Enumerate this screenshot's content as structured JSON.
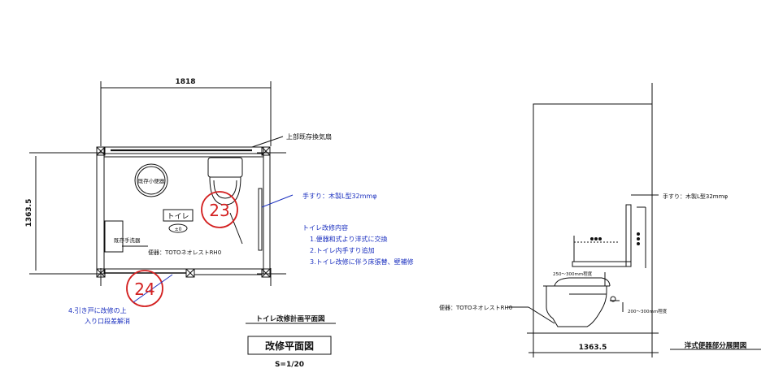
{
  "plan": {
    "dim_width": "1818",
    "dim_depth": "1363.5",
    "vent_label": "上部既存換気扇",
    "urinal_label": "既存小便器",
    "room_label": "トイレ",
    "level_label": "±0",
    "sink_label": "既存手洗器",
    "toilet_label": "便器：TOTOネオレストRH0",
    "handrail_label": "手すり：木製L型32mmφ",
    "notes_title": "トイレ改修内容",
    "notes": [
      "1.便器和式より洋式に交換",
      "2.トイレ内手すり追加",
      "3.トイレ改修に伴う床張替、壁補修"
    ],
    "note4_line1": "4.引き戸に改修の上",
    "note4_line2": "入り口段差解消",
    "marker_a": "23",
    "marker_b": "24",
    "subtitle": "トイレ改修計画平面図",
    "title": "改修平面図",
    "scale": "S=1/20"
  },
  "elevation": {
    "handrail_label": "手すり：木製L型32mmφ",
    "dim_a": "250～300mm程度",
    "dim_b": "200～300mm程度",
    "toilet_label": "便器：TOTOネオレストRH0",
    "dim_width": "1363.5",
    "title": "洋式便器部分展開図"
  },
  "colors": {
    "line": "#111111",
    "annotation": "#1a2fbf",
    "marker": "#d32020"
  }
}
